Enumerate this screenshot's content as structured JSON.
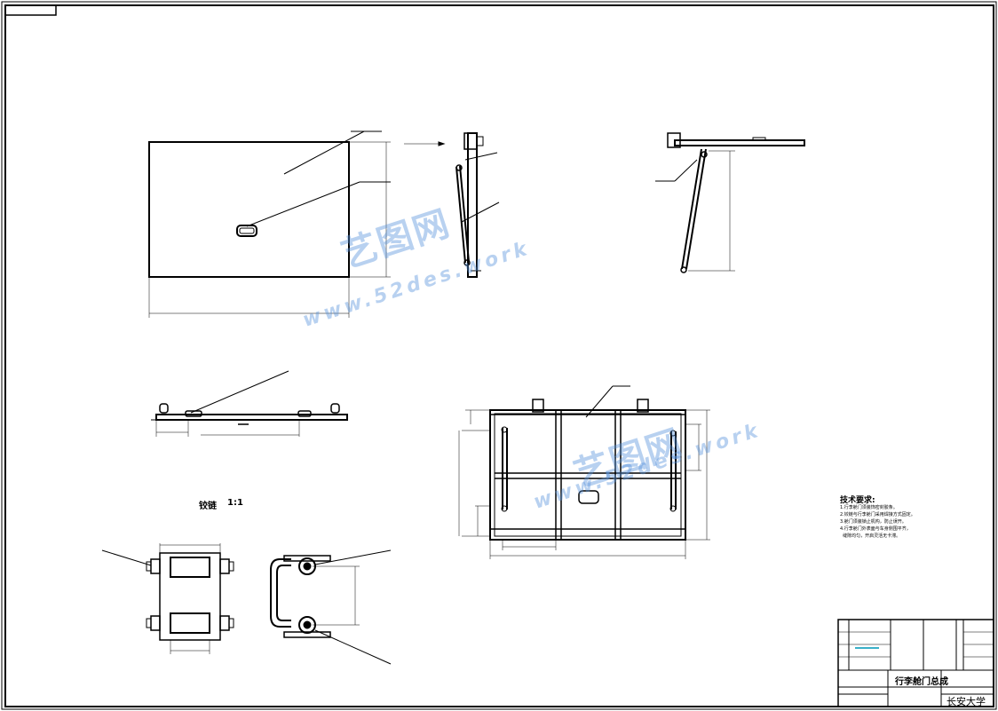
{
  "drawing": {
    "title": "行李舱门总成",
    "school": "长安大学",
    "detail_label": "铰链",
    "detail_scale": "1:1"
  },
  "tech_requirements": {
    "heading": "技术要求:",
    "lines": [
      "1.行李舱门须装饰密封胶条。",
      "2.铰链与行李舱门采用焊接方式固定。",
      "3.舱门须装锁止机构，防止误开。",
      "4.行李舱门外表面与车身侧围平齐，",
      "  缝隙均匀，开启灵活无卡滞。"
    ]
  },
  "watermark": {
    "brand": "艺图网",
    "url_top": "www.52des.work",
    "url_bottom": "www.52des.work",
    "color": "#5591dc"
  }
}
